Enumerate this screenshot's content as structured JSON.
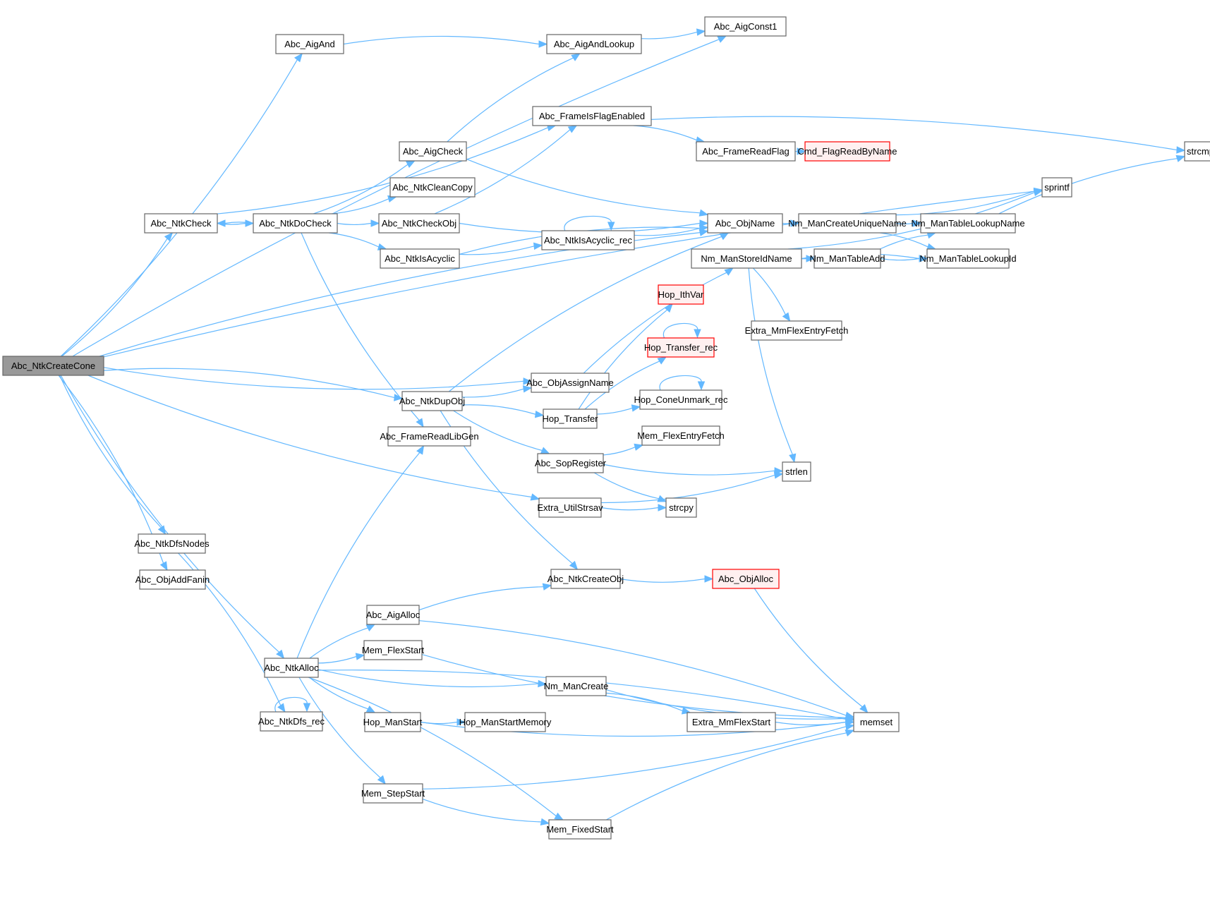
{
  "graph": {
    "type": "call-graph",
    "root": "Abc_NtkCreateCone",
    "colors": {
      "edge": "#63b8ff",
      "node_border": "#666666",
      "root_fill": "#999999",
      "truncated_border": "#ff0000",
      "truncated_fill": "#fff0f0"
    },
    "nodes": [
      {
        "id": "Abc_NtkCreateCone",
        "label": "Abc_NtkCreateCone",
        "style": "root"
      },
      {
        "id": "Abc_AigAnd",
        "label": "Abc_AigAnd",
        "style": "normal"
      },
      {
        "id": "Abc_AigConst1",
        "label": "Abc_AigConst1",
        "style": "normal"
      },
      {
        "id": "Abc_AigAndLookup",
        "label": "Abc_AigAndLookup",
        "style": "normal"
      },
      {
        "id": "Abc_FrameIsFlagEnabled",
        "label": "Abc_FrameIsFlagEnabled",
        "style": "normal"
      },
      {
        "id": "Abc_AigCheck",
        "label": "Abc_AigCheck",
        "style": "normal"
      },
      {
        "id": "Abc_FrameReadFlag",
        "label": "Abc_FrameReadFlag",
        "style": "normal"
      },
      {
        "id": "Cmd_FlagReadByName",
        "label": "Cmd_FlagReadByName",
        "style": "truncated"
      },
      {
        "id": "strcmp",
        "label": "strcmp",
        "style": "normal"
      },
      {
        "id": "Abc_NtkCleanCopy",
        "label": "Abc_NtkCleanCopy",
        "style": "normal"
      },
      {
        "id": "sprintf",
        "label": "sprintf",
        "style": "normal"
      },
      {
        "id": "Abc_NtkCheck",
        "label": "Abc_NtkCheck",
        "style": "normal"
      },
      {
        "id": "Abc_NtkDoCheck",
        "label": "Abc_NtkDoCheck",
        "style": "normal"
      },
      {
        "id": "Abc_NtkCheckObj",
        "label": "Abc_NtkCheckObj",
        "style": "normal"
      },
      {
        "id": "Abc_ObjName",
        "label": "Abc_ObjName",
        "style": "normal"
      },
      {
        "id": "Nm_ManCreateUniqueName",
        "label": "Nm_ManCreateUniqueName",
        "style": "normal"
      },
      {
        "id": "Nm_ManTableLookupName",
        "label": "Nm_ManTableLookupName",
        "style": "normal"
      },
      {
        "id": "Abc_NtkIsAcyclic_rec",
        "label": "Abc_NtkIsAcyclic_rec",
        "style": "normal"
      },
      {
        "id": "Abc_NtkIsAcyclic",
        "label": "Abc_NtkIsAcyclic",
        "style": "normal"
      },
      {
        "id": "Nm_ManStoreIdName",
        "label": "Nm_ManStoreIdName",
        "style": "normal"
      },
      {
        "id": "Nm_ManTableAdd",
        "label": "Nm_ManTableAdd",
        "style": "normal"
      },
      {
        "id": "Nm_ManTableLookupId",
        "label": "Nm_ManTableLookupId",
        "style": "normal"
      },
      {
        "id": "Hop_IthVar",
        "label": "Hop_IthVar",
        "style": "truncated"
      },
      {
        "id": "Extra_MmFlexEntryFetch",
        "label": "Extra_MmFlexEntryFetch",
        "style": "normal"
      },
      {
        "id": "Hop_Transfer_rec",
        "label": "Hop_Transfer_rec",
        "style": "truncated"
      },
      {
        "id": "Abc_ObjAssignName",
        "label": "Abc_ObjAssignName",
        "style": "normal"
      },
      {
        "id": "Abc_NtkDupObj",
        "label": "Abc_NtkDupObj",
        "style": "normal"
      },
      {
        "id": "Hop_ConeUnmark_rec",
        "label": "Hop_ConeUnmark_rec",
        "style": "normal"
      },
      {
        "id": "Hop_Transfer",
        "label": "Hop_Transfer",
        "style": "normal"
      },
      {
        "id": "Abc_FrameReadLibGen",
        "label": "Abc_FrameReadLibGen",
        "style": "normal"
      },
      {
        "id": "Mem_FlexEntryFetch",
        "label": "Mem_FlexEntryFetch",
        "style": "normal"
      },
      {
        "id": "Abc_SopRegister",
        "label": "Abc_SopRegister",
        "style": "normal"
      },
      {
        "id": "strlen",
        "label": "strlen",
        "style": "normal"
      },
      {
        "id": "Extra_UtilStrsav",
        "label": "Extra_UtilStrsav",
        "style": "normal"
      },
      {
        "id": "strcpy",
        "label": "strcpy",
        "style": "normal"
      },
      {
        "id": "Abc_NtkDfsNodes",
        "label": "Abc_NtkDfsNodes",
        "style": "normal"
      },
      {
        "id": "Abc_ObjAddFanin",
        "label": "Abc_ObjAddFanin",
        "style": "normal"
      },
      {
        "id": "Abc_NtkCreateObj",
        "label": "Abc_NtkCreateObj",
        "style": "normal"
      },
      {
        "id": "Abc_ObjAlloc",
        "label": "Abc_ObjAlloc",
        "style": "truncated"
      },
      {
        "id": "Abc_AigAlloc",
        "label": "Abc_AigAlloc",
        "style": "normal"
      },
      {
        "id": "Mem_FlexStart",
        "label": "Mem_FlexStart",
        "style": "normal"
      },
      {
        "id": "Abc_NtkAlloc",
        "label": "Abc_NtkAlloc",
        "style": "normal"
      },
      {
        "id": "Nm_ManCreate",
        "label": "Nm_ManCreate",
        "style": "normal"
      },
      {
        "id": "Abc_NtkDfs_rec",
        "label": "Abc_NtkDfs_rec",
        "style": "normal"
      },
      {
        "id": "Hop_ManStart",
        "label": "Hop_ManStart",
        "style": "normal"
      },
      {
        "id": "Hop_ManStartMemory",
        "label": "Hop_ManStartMemory",
        "style": "normal"
      },
      {
        "id": "Extra_MmFlexStart",
        "label": "Extra_MmFlexStart",
        "style": "normal"
      },
      {
        "id": "memset",
        "label": "memset",
        "style": "normal"
      },
      {
        "id": "Mem_StepStart",
        "label": "Mem_StepStart",
        "style": "normal"
      },
      {
        "id": "Mem_FixedStart",
        "label": "Mem_FixedStart",
        "style": "normal"
      }
    ],
    "edges": [
      [
        "Abc_NtkCreateCone",
        "Abc_AigConst1"
      ],
      [
        "Abc_NtkCreateCone",
        "Abc_AigAnd"
      ],
      [
        "Abc_NtkCreateCone",
        "sprintf"
      ],
      [
        "Abc_NtkCreateCone",
        "Abc_NtkCheck"
      ],
      [
        "Abc_NtkCreateCone",
        "Abc_ObjName"
      ],
      [
        "Abc_NtkCreateCone",
        "Abc_ObjAssignName"
      ],
      [
        "Abc_NtkCreateCone",
        "Abc_NtkDupObj"
      ],
      [
        "Abc_NtkCreateCone",
        "Extra_UtilStrsav"
      ],
      [
        "Abc_NtkCreateCone",
        "Abc_NtkAlloc"
      ],
      [
        "Abc_NtkCreateCone",
        "Abc_NtkDfsNodes"
      ],
      [
        "Abc_NtkCreateCone",
        "Abc_ObjAddFanin"
      ],
      [
        "Abc_AigAnd",
        "Abc_AigAndLookup"
      ],
      [
        "Abc_AigAndLookup",
        "Abc_AigConst1"
      ],
      [
        "Abc_NtkCheck",
        "Abc_FrameIsFlagEnabled"
      ],
      [
        "Abc_NtkCheck",
        "Abc_NtkDoCheck"
      ],
      [
        "Abc_NtkDoCheck",
        "Abc_NtkCheck"
      ],
      [
        "Abc_NtkDoCheck",
        "Abc_AigCheck"
      ],
      [
        "Abc_NtkDoCheck",
        "Abc_NtkCleanCopy"
      ],
      [
        "Abc_NtkDoCheck",
        "Abc_NtkCheckObj"
      ],
      [
        "Abc_NtkDoCheck",
        "Abc_NtkIsAcyclic"
      ],
      [
        "Abc_NtkDoCheck",
        "Abc_FrameReadLibGen"
      ],
      [
        "Abc_AigCheck",
        "Abc_AigAndLookup"
      ],
      [
        "Abc_AigCheck",
        "Abc_ObjName"
      ],
      [
        "Abc_NtkCheckObj",
        "Abc_FrameIsFlagEnabled"
      ],
      [
        "Abc_NtkCheckObj",
        "Abc_ObjName"
      ],
      [
        "Abc_NtkIsAcyclic",
        "Abc_NtkIsAcyclic_rec"
      ],
      [
        "Abc_NtkIsAcyclic",
        "Abc_ObjName"
      ],
      [
        "Abc_NtkIsAcyclic_rec",
        "Abc_NtkIsAcyclic_rec"
      ],
      [
        "Abc_NtkIsAcyclic_rec",
        "Abc_ObjName"
      ],
      [
        "Abc_FrameIsFlagEnabled",
        "Abc_FrameReadFlag"
      ],
      [
        "Abc_FrameIsFlagEnabled",
        "strcmp"
      ],
      [
        "Abc_FrameReadFlag",
        "Cmd_FlagReadByName"
      ],
      [
        "Abc_ObjName",
        "Nm_ManCreateUniqueName"
      ],
      [
        "Nm_ManCreateUniqueName",
        "sprintf"
      ],
      [
        "Nm_ManCreateUniqueName",
        "Nm_ManTableLookupName"
      ],
      [
        "Nm_ManCreateUniqueName",
        "Nm_ManTableLookupId"
      ],
      [
        "Nm_ManTableLookupName",
        "strcmp"
      ],
      [
        "Nm_ManStoreIdName",
        "sprintf"
      ],
      [
        "Nm_ManStoreIdName",
        "Nm_ManTableAdd"
      ],
      [
        "Nm_ManStoreIdName",
        "Nm_ManTableLookupId"
      ],
      [
        "Nm_ManStoreIdName",
        "Extra_MmFlexEntryFetch"
      ],
      [
        "Nm_ManStoreIdName",
        "strlen"
      ],
      [
        "Nm_ManTableAdd",
        "Nm_ManTableLookupName"
      ],
      [
        "Nm_ManTableAdd",
        "Nm_ManTableLookupId"
      ],
      [
        "Abc_ObjAssignName",
        "Nm_ManStoreIdName"
      ],
      [
        "Abc_NtkDupObj",
        "Abc_ObjName"
      ],
      [
        "Abc_NtkDupObj",
        "Abc_ObjAssignName"
      ],
      [
        "Abc_NtkDupObj",
        "Hop_Transfer"
      ],
      [
        "Abc_NtkDupObj",
        "Abc_SopRegister"
      ],
      [
        "Abc_NtkDupObj",
        "Abc_NtkCreateObj"
      ],
      [
        "Hop_Transfer",
        "Hop_IthVar"
      ],
      [
        "Hop_Transfer",
        "Hop_Transfer_rec"
      ],
      [
        "Hop_Transfer",
        "Hop_ConeUnmark_rec"
      ],
      [
        "Hop_Transfer_rec",
        "Hop_Transfer_rec"
      ],
      [
        "Hop_ConeUnmark_rec",
        "Hop_ConeUnmark_rec"
      ],
      [
        "Abc_SopRegister",
        "Mem_FlexEntryFetch"
      ],
      [
        "Abc_SopRegister",
        "strlen"
      ],
      [
        "Abc_SopRegister",
        "strcpy"
      ],
      [
        "Extra_UtilStrsav",
        "strcpy"
      ],
      [
        "Extra_UtilStrsav",
        "strlen"
      ],
      [
        "Abc_NtkDfsNodes",
        "Abc_NtkDfs_rec"
      ],
      [
        "Abc_NtkDfs_rec",
        "Abc_NtkDfs_rec"
      ],
      [
        "Abc_NtkAlloc",
        "Abc_FrameReadLibGen"
      ],
      [
        "Abc_NtkAlloc",
        "Abc_AigAlloc"
      ],
      [
        "Abc_NtkAlloc",
        "Mem_FlexStart"
      ],
      [
        "Abc_NtkAlloc",
        "Nm_ManCreate"
      ],
      [
        "Abc_NtkAlloc",
        "Hop_ManStart"
      ],
      [
        "Abc_NtkAlloc",
        "Mem_StepStart"
      ],
      [
        "Abc_NtkAlloc",
        "Mem_FixedStart"
      ],
      [
        "Abc_NtkAlloc",
        "memset"
      ],
      [
        "Abc_AigAlloc",
        "Abc_NtkCreateObj"
      ],
      [
        "Abc_AigAlloc",
        "memset"
      ],
      [
        "Abc_NtkCreateObj",
        "Abc_ObjAlloc"
      ],
      [
        "Abc_ObjAlloc",
        "memset"
      ],
      [
        "Mem_FlexStart",
        "memset"
      ],
      [
        "Nm_ManCreate",
        "Extra_MmFlexStart"
      ],
      [
        "Nm_ManCreate",
        "memset"
      ],
      [
        "Extra_MmFlexStart",
        "memset"
      ],
      [
        "Hop_ManStart",
        "Hop_ManStartMemory"
      ],
      [
        "Hop_ManStart",
        "memset"
      ],
      [
        "Mem_StepStart",
        "Mem_FixedStart"
      ],
      [
        "Mem_StepStart",
        "memset"
      ],
      [
        "Mem_FixedStart",
        "memset"
      ]
    ]
  }
}
